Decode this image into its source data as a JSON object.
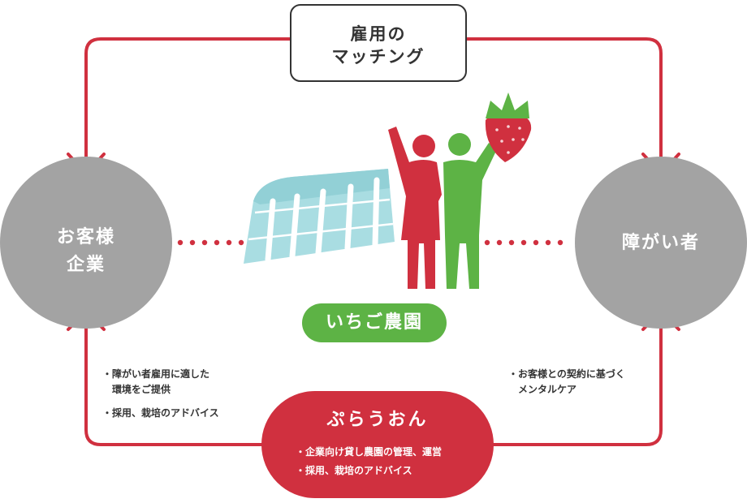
{
  "matching": {
    "line1": "雇用の",
    "line2": "マッチング"
  },
  "left_node": {
    "line1": "お客様",
    "line2": "企業"
  },
  "right_node": {
    "label": "障がい者"
  },
  "farm": {
    "label": "いちご農園"
  },
  "bottom_node": {
    "title": "ぷらうおん",
    "items": [
      "・企業向け貸し農園の管理、運営",
      "・採用、栽培のアドバイス"
    ]
  },
  "left_notes": [
    "・障がい者雇用に適した",
    "　環境をご提供",
    "・採用、栽培のアドバイス"
  ],
  "right_notes": [
    "・お客様との契約に基づく",
    "　メンタルケア"
  ],
  "colors": {
    "accent_red": "#d0303f",
    "node_gray": "#a3a3a3",
    "farm_green": "#5db345",
    "person_green": "#5db345",
    "greenhouse": "#a9dde2"
  },
  "icons": [
    "greenhouse-icon",
    "people-icon",
    "strawberry-icon",
    "arrow-icon"
  ]
}
